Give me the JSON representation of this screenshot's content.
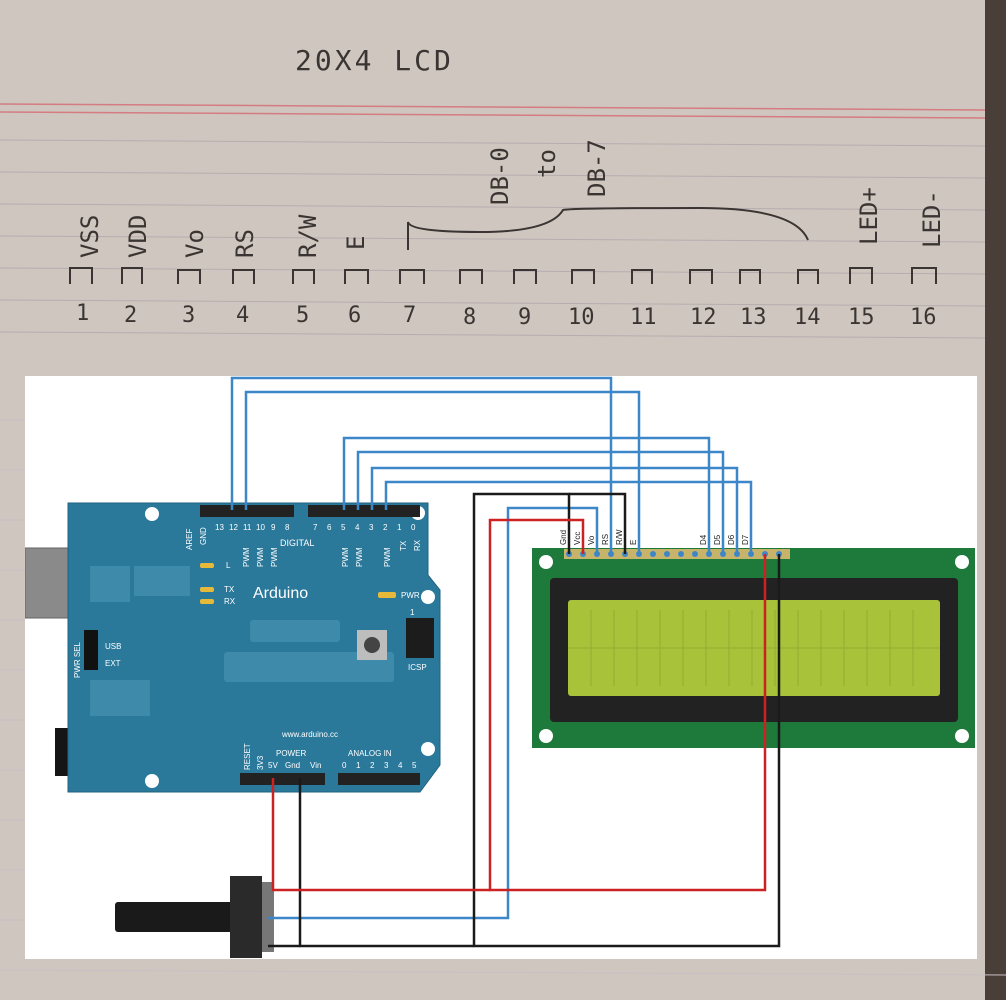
{
  "notes": {
    "title": "20X4 LCD",
    "pin_labels": [
      "VSS",
      "VDD",
      "Vo",
      "RS",
      "R/W",
      "E",
      "LED+",
      "LED-"
    ],
    "bus_label_top": "DB-0",
    "bus_label_mid": "to",
    "bus_label_bottom": "DB-7",
    "pin_numbers": [
      "1",
      "2",
      "3",
      "4",
      "5",
      "6",
      "7",
      "8",
      "9",
      "10",
      "11",
      "12",
      "13",
      "14",
      "15",
      "16"
    ]
  },
  "arduino": {
    "brand": "Arduino",
    "url": "www.arduino.cc",
    "digital_label": "DIGITAL",
    "digital_pins_left": [
      "AREF",
      "GND",
      "13",
      "12",
      "11",
      "10",
      "9",
      "8"
    ],
    "digital_pins_right": [
      "7",
      "6",
      "5",
      "4",
      "3",
      "2",
      "1",
      "0"
    ],
    "pwm_label": "PWM",
    "tx_label": "TX",
    "rx_label": "RX",
    "led_l": "L",
    "led_tx": "TX",
    "led_rx": "RX",
    "pwr_label": "PWR",
    "pwr_sel": "PWR SEL",
    "usb_label": "USB",
    "ext_label": "EXT",
    "icsp_label": "ICSP",
    "icsp_pin1": "1",
    "power_header": "POWER",
    "power_pins": [
      "RESET",
      "3V3",
      "5V",
      "Gnd",
      "Vin"
    ],
    "analog_header": "ANALOG IN",
    "analog_pins": [
      "0",
      "1",
      "2",
      "3",
      "4",
      "5"
    ]
  },
  "lcd": {
    "pin_labels": [
      "Gnd",
      "Vcc",
      "Vo",
      "RS",
      "R/W",
      "E",
      "D4",
      "D5",
      "D6",
      "D7"
    ],
    "colors": {
      "pcb": "#1e7a3a",
      "screen": "#a8c33a",
      "bezel": "#222222"
    }
  },
  "wires": {
    "blue": "#3d87c9",
    "red": "#cc2222",
    "black": "#1a1a1a"
  },
  "colors": {
    "board": "#2a789a",
    "paper": "#d8d1cb"
  }
}
